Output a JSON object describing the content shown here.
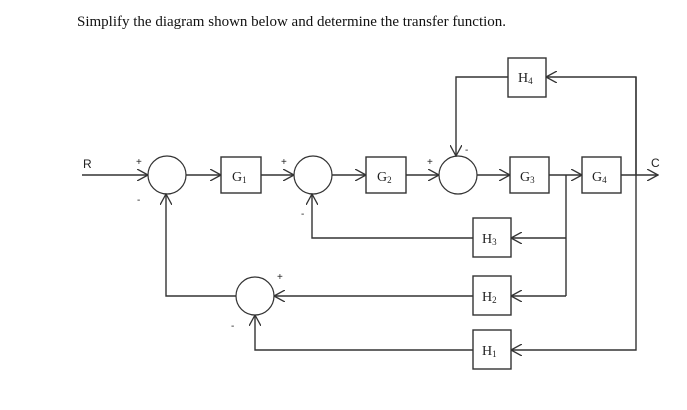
{
  "question": "Simplify the diagram shown below and determine the transfer function.",
  "signals": {
    "input": "R",
    "output": "C"
  },
  "blocks": {
    "G1": {
      "name": "G",
      "sub": "1"
    },
    "G2": {
      "name": "G",
      "sub": "2"
    },
    "G3": {
      "name": "G",
      "sub": "3"
    },
    "G4": {
      "name": "G",
      "sub": "4"
    },
    "H1": {
      "name": "H",
      "sub": "1"
    },
    "H2": {
      "name": "H",
      "sub": "2"
    },
    "H3": {
      "name": "H",
      "sub": "3"
    },
    "H4": {
      "name": "H",
      "sub": "4"
    }
  },
  "junctions": {
    "s1": {
      "in_sign": "+",
      "fb_sign": "-"
    },
    "s2": {
      "in_sign": "+",
      "fb_sign": "-"
    },
    "s3": {
      "in_sign": "+",
      "fb_sign": "-"
    },
    "s4": {
      "in_sign": "+",
      "fb_sign": "-"
    }
  }
}
